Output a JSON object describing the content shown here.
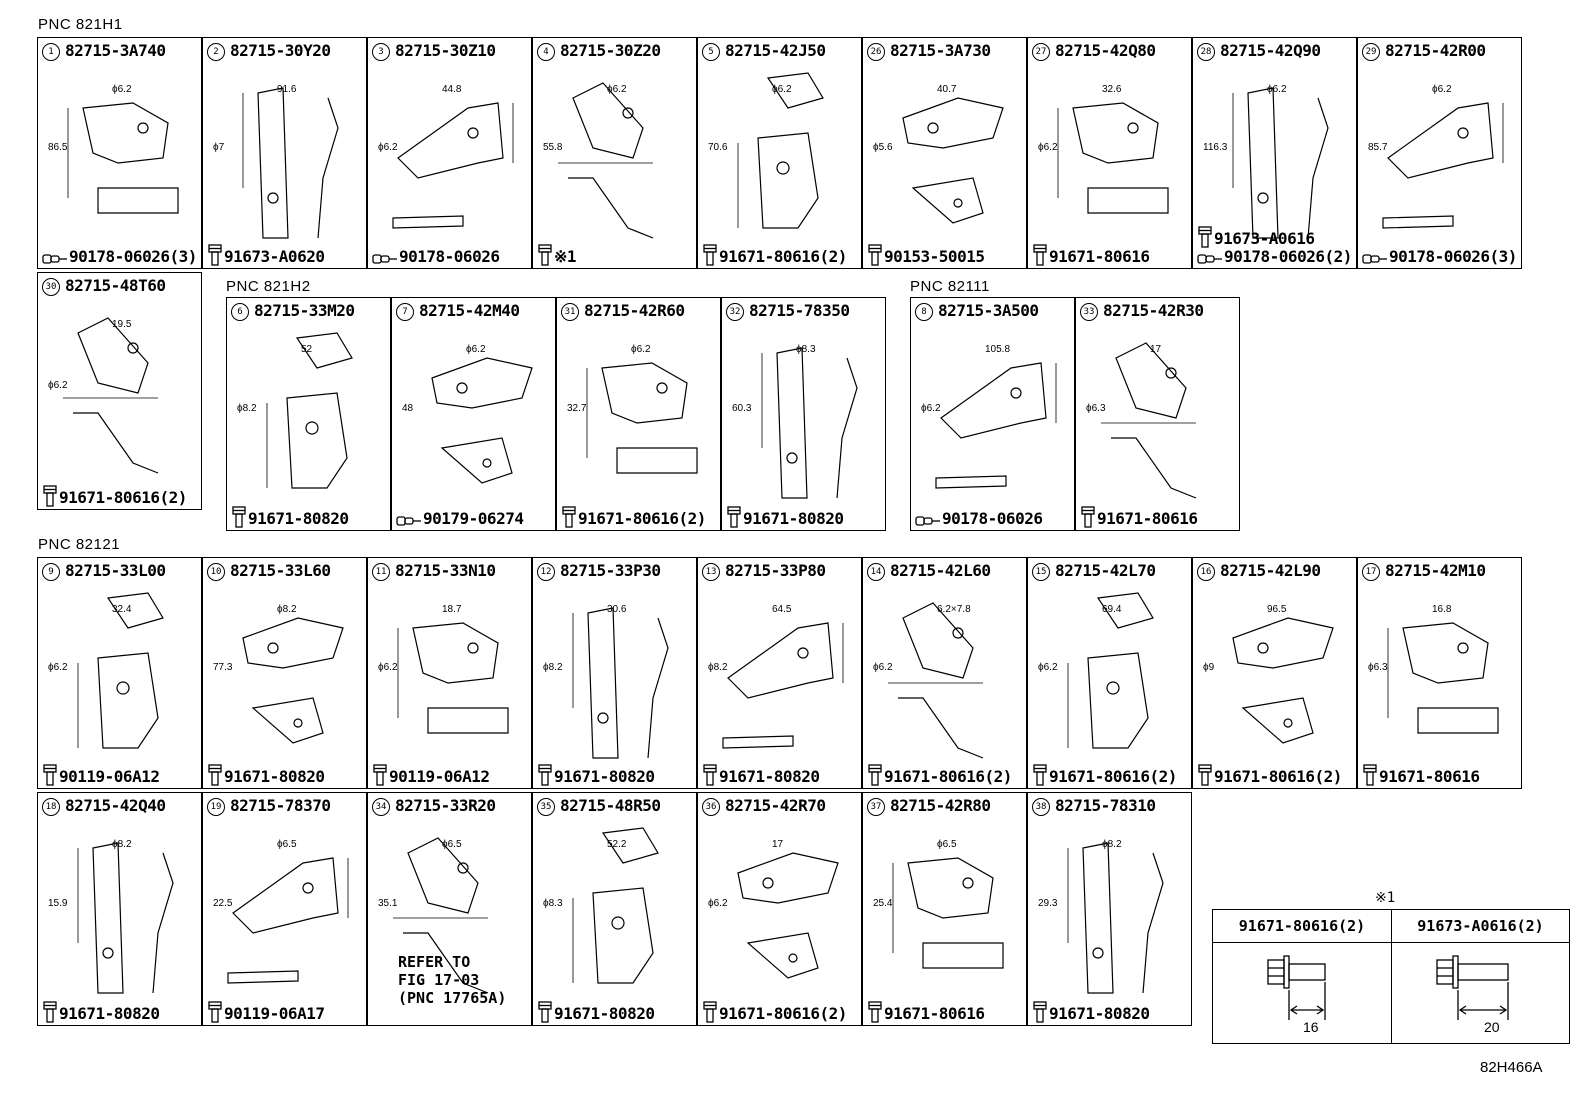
{
  "pnc_labels": [
    "PNC 821H1",
    "PNC 821H2",
    "PNC 82111",
    "PNC 82121"
  ],
  "cells": [
    {
      "num": "1",
      "part": "82715-3A740",
      "fastener": "90178-06026(3)",
      "ftype": "nut",
      "dims": [
        "ϕ6.2",
        "86.5"
      ]
    },
    {
      "num": "2",
      "part": "82715-30Y20",
      "fastener": "91673-A0620",
      "ftype": "bolt",
      "dims": [
        "91.6",
        "ϕ7"
      ]
    },
    {
      "num": "3",
      "part": "82715-30Z10",
      "fastener": "90178-06026",
      "ftype": "nut",
      "dims": [
        "44.8",
        "ϕ6.2"
      ]
    },
    {
      "num": "4",
      "part": "82715-30Z20",
      "fastener": "※1",
      "ftype": "bolt",
      "dims": [
        "ϕ6.2",
        "55.8"
      ]
    },
    {
      "num": "5",
      "part": "82715-42J50",
      "fastener": "91671-80616(2)",
      "ftype": "bolt",
      "dims": [
        "ϕ6.2",
        "70.6"
      ]
    },
    {
      "num": "26",
      "part": "82715-3A730",
      "fastener": "90153-50015",
      "ftype": "bolt",
      "dims": [
        "40.7",
        "ϕ5.6"
      ]
    },
    {
      "num": "27",
      "part": "82715-42Q80",
      "fastener": "91671-80616",
      "ftype": "bolt",
      "dims": [
        "32.6",
        "ϕ6.2"
      ]
    },
    {
      "num": "28",
      "part": "82715-42Q90",
      "fastener": "91673-A0616",
      "fastener2": "90178-06026(2)",
      "ftype": "bolt",
      "dims": [
        "ϕ6.2",
        "116.3"
      ]
    },
    {
      "num": "29",
      "part": "82715-42R00",
      "fastener": "90178-06026(3)",
      "ftype": "nut",
      "dims": [
        "ϕ6.2",
        "85.7"
      ]
    },
    {
      "num": "30",
      "part": "82715-48T60",
      "fastener": "91671-80616(2)",
      "ftype": "bolt",
      "dims": [
        "19.5",
        "ϕ6.2"
      ]
    },
    {
      "num": "6",
      "part": "82715-33M20",
      "fastener": "91671-80820",
      "ftype": "bolt",
      "dims": [
        "52",
        "ϕ8.2"
      ]
    },
    {
      "num": "7",
      "part": "82715-42M40",
      "fastener": "90179-06274",
      "ftype": "nut",
      "dims": [
        "ϕ6.2",
        "48"
      ]
    },
    {
      "num": "31",
      "part": "82715-42R60",
      "fastener": "91671-80616(2)",
      "ftype": "bolt",
      "dims": [
        "ϕ6.2",
        "32.7"
      ]
    },
    {
      "num": "32",
      "part": "82715-78350",
      "fastener": "91671-80820",
      "ftype": "bolt",
      "dims": [
        "ϕ8.3",
        "60.3"
      ]
    },
    {
      "num": "8",
      "part": "82715-3A500",
      "fastener": "90178-06026",
      "ftype": "nut",
      "dims": [
        "105.8",
        "ϕ6.2"
      ]
    },
    {
      "num": "33",
      "part": "82715-42R30",
      "fastener": "91671-80616",
      "ftype": "bolt",
      "dims": [
        "17",
        "ϕ6.3"
      ]
    },
    {
      "num": "9",
      "part": "82715-33L00",
      "fastener": "90119-06A12",
      "ftype": "bolt",
      "dims": [
        "32.4",
        "ϕ6.2"
      ]
    },
    {
      "num": "10",
      "part": "82715-33L60",
      "fastener": "91671-80820",
      "ftype": "bolt",
      "dims": [
        "ϕ8.2",
        "77.3"
      ]
    },
    {
      "num": "11",
      "part": "82715-33N10",
      "fastener": "90119-06A12",
      "ftype": "bolt",
      "dims": [
        "18.7",
        "ϕ6.2"
      ]
    },
    {
      "num": "12",
      "part": "82715-33P30",
      "fastener": "91671-80820",
      "ftype": "bolt",
      "dims": [
        "30.6",
        "ϕ8.2"
      ]
    },
    {
      "num": "13",
      "part": "82715-33P80",
      "fastener": "91671-80820",
      "ftype": "bolt",
      "dims": [
        "64.5",
        "ϕ8.2"
      ]
    },
    {
      "num": "14",
      "part": "82715-42L60",
      "fastener": "91671-80616(2)",
      "ftype": "bolt",
      "dims": [
        "6.2×7.8",
        "ϕ6.2"
      ]
    },
    {
      "num": "15",
      "part": "82715-42L70",
      "fastener": "91671-80616(2)",
      "ftype": "bolt",
      "dims": [
        "69.4",
        "ϕ6.2"
      ]
    },
    {
      "num": "16",
      "part": "82715-42L90",
      "fastener": "91671-80616(2)",
      "ftype": "bolt",
      "dims": [
        "96.5",
        "ϕ9"
      ]
    },
    {
      "num": "17",
      "part": "82715-42M10",
      "fastener": "91671-80616",
      "ftype": "bolt",
      "dims": [
        "16.8",
        "ϕ6.3"
      ]
    },
    {
      "num": "18",
      "part": "82715-42Q40",
      "fastener": "91671-80820",
      "ftype": "bolt",
      "dims": [
        "ϕ8.2",
        "15.9"
      ]
    },
    {
      "num": "19",
      "part": "82715-78370",
      "fastener": "90119-06A17",
      "ftype": "bolt",
      "dims": [
        "ϕ6.5",
        "22.5"
      ]
    },
    {
      "num": "34",
      "part": "82715-33R20",
      "fastener": "",
      "ftype": "none",
      "dims": [
        "ϕ6.5",
        "35.1"
      ],
      "note": "REFER TO\nFIG 17-03\n(PNC 17765A)"
    },
    {
      "num": "35",
      "part": "82715-48R50",
      "fastener": "91671-80820",
      "ftype": "bolt",
      "dims": [
        "52.2",
        "ϕ8.3"
      ]
    },
    {
      "num": "36",
      "part": "82715-42R70",
      "fastener": "91671-80616(2)",
      "ftype": "bolt",
      "dims": [
        "17",
        "ϕ6.2"
      ]
    },
    {
      "num": "37",
      "part": "82715-42R80",
      "fastener": "91671-80616",
      "ftype": "bolt",
      "dims": [
        "ϕ6.5",
        "25.4"
      ]
    },
    {
      "num": "38",
      "part": "82715-78310",
      "fastener": "91671-80820",
      "ftype": "bolt",
      "dims": [
        "ϕ8.2",
        "29.3"
      ]
    }
  ],
  "reference": {
    "mark": "※1",
    "col1_part": "91671-80616(2)",
    "col1_dim": "16",
    "col2_part": "91673-A0616(2)",
    "col2_dim": "20"
  },
  "figure_code": "82H466A"
}
